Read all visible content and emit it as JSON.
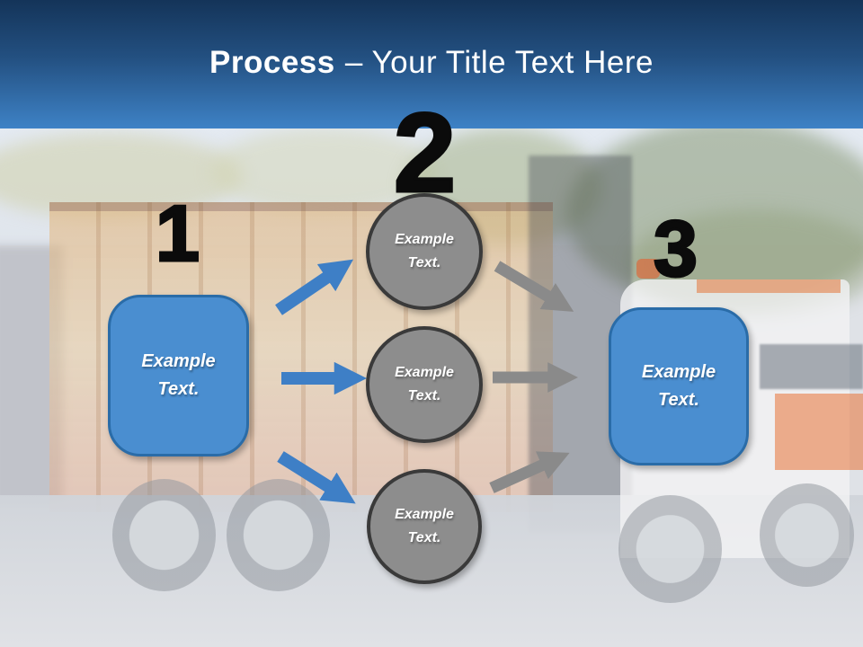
{
  "slide_title": {
    "bold": "Process",
    "rest": "– Your Title Text Here"
  },
  "steps": {
    "left": {
      "number": "1",
      "label": "Example Text."
    },
    "middle": {
      "number": "2",
      "circles": [
        "Example Text.",
        "Example Text.",
        "Example Text."
      ]
    },
    "right": {
      "number": "3",
      "label": "Example Text."
    }
  },
  "colors": {
    "header_top": "#143459",
    "header_bottom": "#3e82c6",
    "title_text": "#ffffff",
    "box_fill": "#4a8ed0",
    "box_border": "#2a6ca8",
    "circle_fill": "#8d8d8d",
    "circle_border": "#3a3a3a",
    "arrow_blue": "#3e7fc6",
    "arrow_gray": "#8a8a8a",
    "number_color": "#0b0b0b",
    "shape_text": "#ffffff"
  }
}
